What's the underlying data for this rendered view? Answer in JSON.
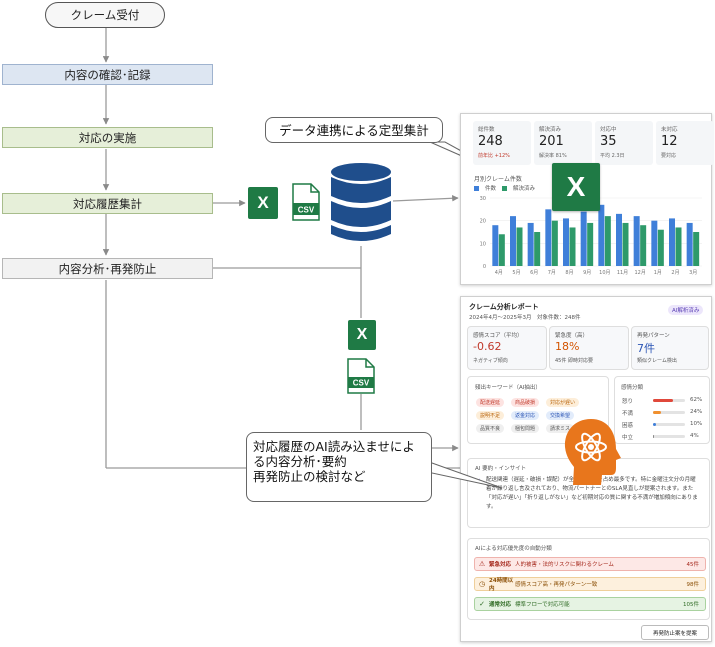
{
  "flow": {
    "start": "クレーム受付",
    "step1": "内容の確認･記録",
    "step2": "対応の実施",
    "step3": "対応履歴集計",
    "step4": "内容分析･再発防止"
  },
  "callouts": {
    "data_link": "データ連携による定型集計",
    "ai_line1": "対応履歴のAI読み込ませによる内容分析･要約",
    "ai_line2": "再発防止の検討など"
  },
  "icons": {
    "excel": "X",
    "csv": "CSV"
  },
  "dashboard": {
    "kpis": [
      {
        "label": "総件数",
        "value": "248",
        "sub": "前年比 +12%"
      },
      {
        "label": "解決済み",
        "value": "201",
        "sub": "解決率 81%"
      },
      {
        "label": "対応中",
        "value": "35",
        "sub": "平均 2.3日"
      },
      {
        "label": "未対応",
        "value": "12",
        "sub": "要対応"
      }
    ],
    "chart_title": "月別クレーム件数",
    "legend": [
      "件数",
      "解決済み"
    ]
  },
  "chart_data": {
    "type": "bar",
    "title": "月別クレーム件数",
    "categories": [
      "4月",
      "5月",
      "6月",
      "7月",
      "8月",
      "9月",
      "10月",
      "11月",
      "12月",
      "1月",
      "2月",
      "3月"
    ],
    "series": [
      {
        "name": "件数",
        "values": [
          18,
          22,
          19,
          25,
          21,
          24,
          27,
          23,
          22,
          20,
          21,
          19
        ]
      },
      {
        "name": "解決済み",
        "values": [
          14,
          17,
          15,
          20,
          17,
          19,
          22,
          19,
          18,
          16,
          17,
          15
        ]
      }
    ],
    "y_ticks": [
      "30",
      "20",
      "10",
      "0"
    ],
    "ylim": [
      0,
      30
    ],
    "colors": [
      "#3f7fd9",
      "#2e9a6a"
    ]
  },
  "report": {
    "title": "クレーム分析レポート",
    "subtitle": "2024年4月〜2025年3月　対象件数：248件",
    "badge": "AI解析済み",
    "metrics": [
      {
        "label": "感情スコア（平均）",
        "value": "-0.62",
        "sub": "ネガティブ傾向",
        "color": "#c0392b"
      },
      {
        "label": "緊急度（高）",
        "value": "18%",
        "sub": "45件 即時対応要",
        "color": "#d35400"
      },
      {
        "label": "再発パターン",
        "value": "7件",
        "sub": "類似クレーム検出",
        "color": "#2b55b5"
      }
    ],
    "keywords_title": "頻出キーワード（AI抽出）",
    "keywords": [
      "配送遅延",
      "商品破損",
      "対応が遅い",
      "説明不足",
      "返金対応",
      "交換希望",
      "品質不良",
      "梱包問題",
      "請求ミス"
    ],
    "emotion_title": "感情分類",
    "emotions": [
      {
        "label": "怒り",
        "pct": "62%",
        "value": 62,
        "color": "#e0483b"
      },
      {
        "label": "不満",
        "pct": "24%",
        "value": 24,
        "color": "#f0902e"
      },
      {
        "label": "困惑",
        "pct": "10%",
        "value": 10,
        "color": "#3f7fd9"
      },
      {
        "label": "中立",
        "pct": "4%",
        "value": 4,
        "color": "#8a8a8a"
      }
    ],
    "insight_title": "AI 要約・インサイト",
    "insight_text": "配送関連（遅延・破損・誤配）が全体の42%を占め最多です。特に金曜注文分の月曜着が繰り返し言及されており、物流パートナーとのSLA見直しが提案されます。また「対応が遅い」「折り返しがない」など初期対応の質に関する不満が増加傾向にあります。",
    "priority_title": "AIによる対応優先度の自動分類",
    "priority": [
      {
        "icon": "⚠",
        "level": "緊急対応",
        "desc": "人的被害・法的リスクに関わるクレーム",
        "count": "45件"
      },
      {
        "icon": "◷",
        "level": "24時間以内",
        "desc": "感情スコア高・再発パターン一致",
        "count": "98件"
      },
      {
        "icon": "✓",
        "level": "通常対応",
        "desc": "標準フローで対応可能",
        "count": "105件"
      }
    ],
    "button": "再発防止案を提案"
  }
}
